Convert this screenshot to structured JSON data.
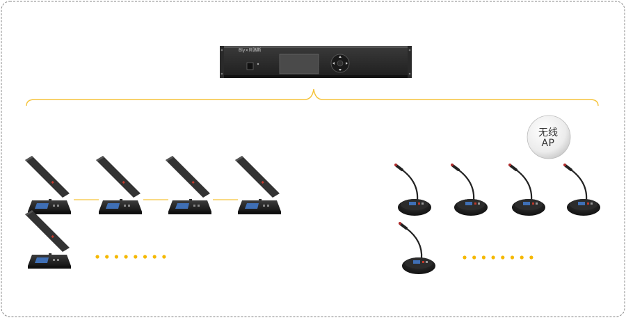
{
  "brand_text": "Bly×貝洛斯",
  "colors": {
    "border": "#8a8a8a",
    "bracket": "#f5c33b",
    "dots": "#f5b800",
    "link": "#f5c33b",
    "unit_body": "#2a2a2a",
    "screen": "#4a4a4a"
  },
  "host_unit": {
    "name": "conference-host-controller",
    "icons": [
      "power-icon",
      "display-screen",
      "navigation-pad"
    ]
  },
  "wired_group": {
    "units_row1": 4,
    "units_row2": 1,
    "ellipsis_dots": 8
  },
  "wireless_group": {
    "access_point": {
      "label_line1": "无线",
      "label_line2": "AP"
    },
    "units_row1": 4,
    "units_row2": 1,
    "ellipsis_dots": 8
  }
}
